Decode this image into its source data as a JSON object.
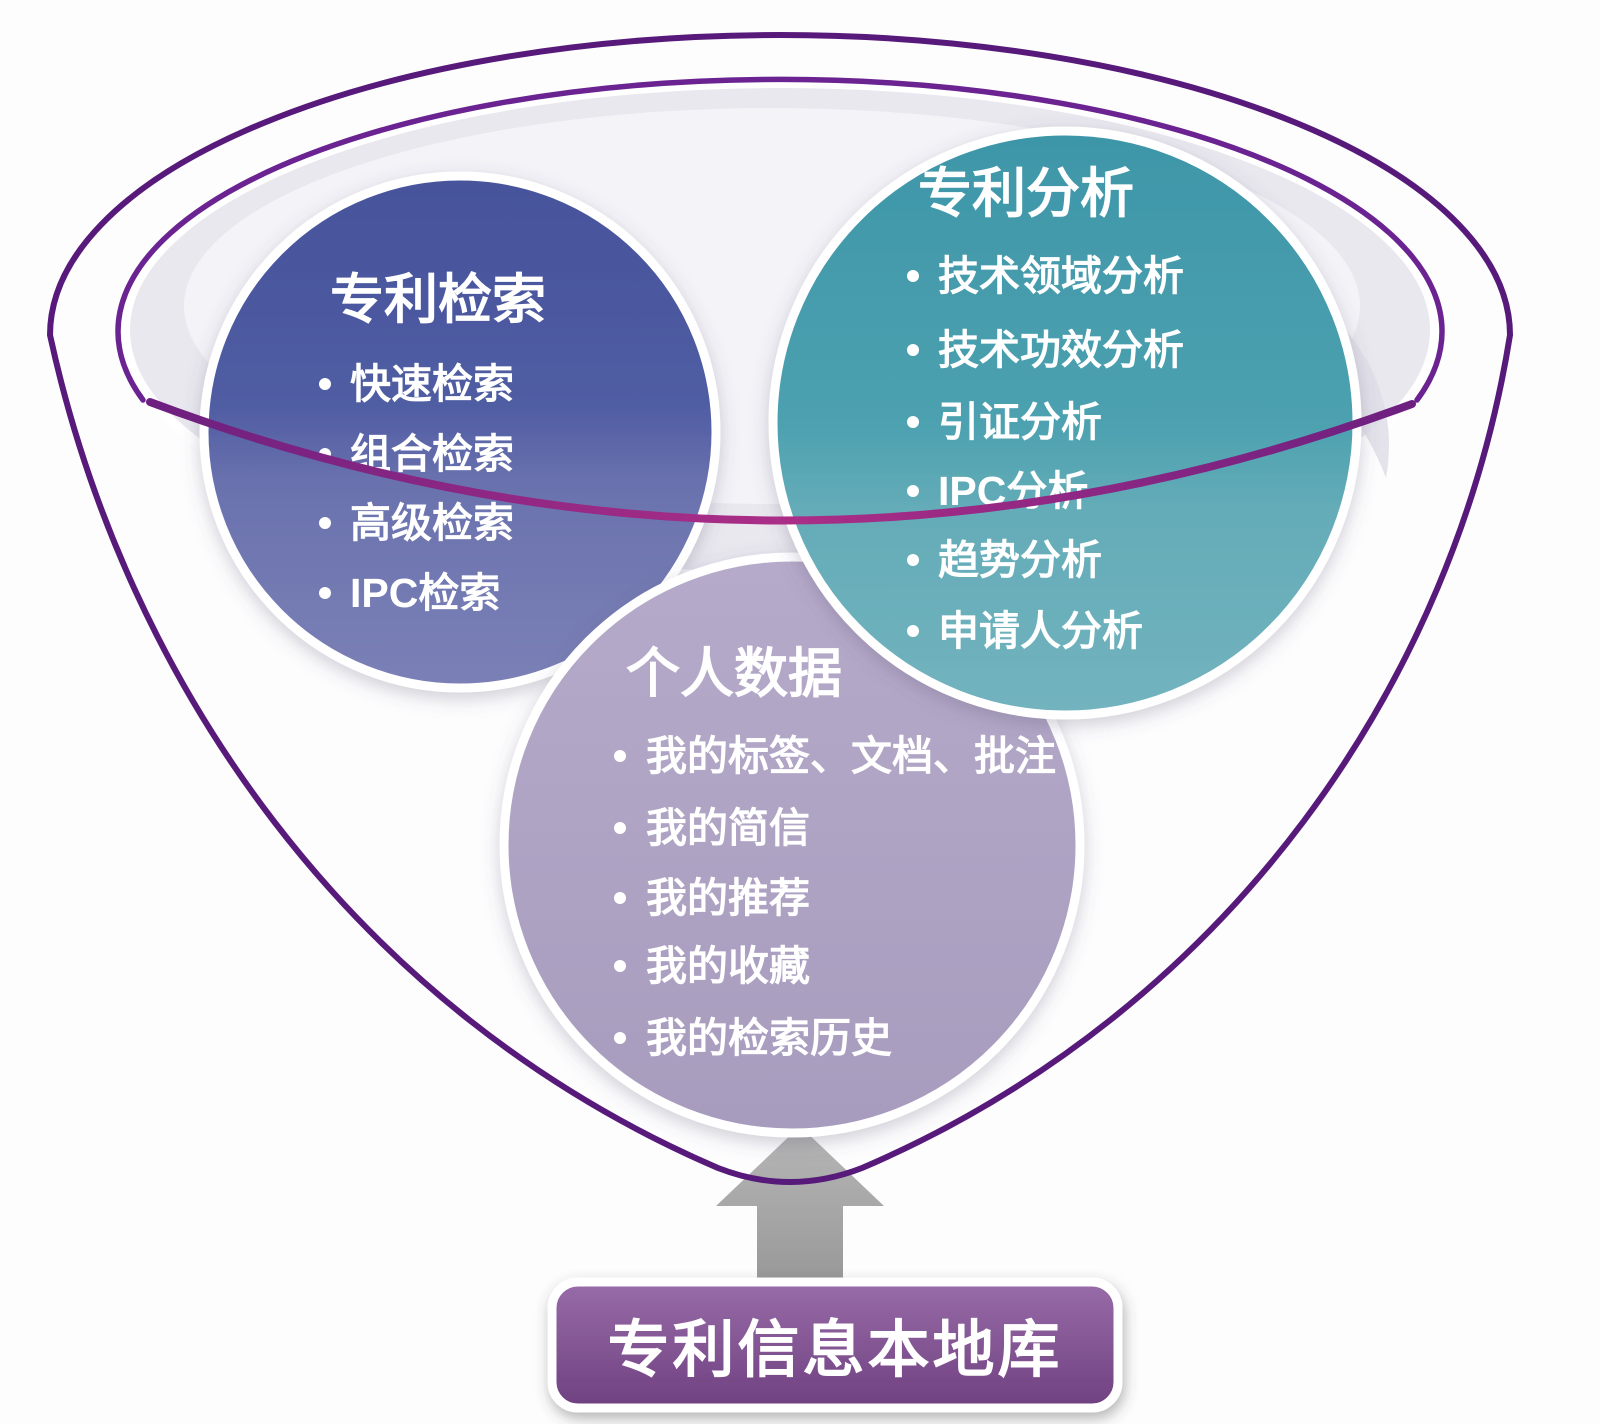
{
  "funnel": {
    "circles": [
      {
        "name": "patent-search",
        "title": "专利检索",
        "items": [
          "快速检索",
          "组合检索",
          "高级检索",
          "IPC检索"
        ],
        "fill_top": "#46539b",
        "fill_bottom": "#7b81b6"
      },
      {
        "name": "patent-analysis",
        "title": "专利分析",
        "items": [
          "技术领域分析",
          "技术功效分析",
          "引证分析",
          "IPC分析",
          "趋势分析",
          "申请人分析"
        ],
        "fill_top": "#3d96a8",
        "fill_bottom": "#72b3be"
      },
      {
        "name": "personal-data",
        "title": "个人数据",
        "items": [
          "我的标签、文档、批注",
          "我的简信",
          "我的推荐",
          "我的收藏",
          "我的检索历史"
        ],
        "fill_top": "#b6aaca",
        "fill_bottom": "#a89cbe"
      }
    ],
    "database_box": {
      "label": "专利信息本地库"
    },
    "colors": {
      "funnel_outline": "#571a7a",
      "inner_rim": "#6a2391",
      "liquid_line": "#a42a85",
      "bowl_fill": "#e9e8ef",
      "arrow": "#a8a8a8",
      "box_fill_top": "#986ca8",
      "box_fill_bottom": "#6f4080",
      "box_border": "#ffffff",
      "text": "#ffffff"
    }
  }
}
